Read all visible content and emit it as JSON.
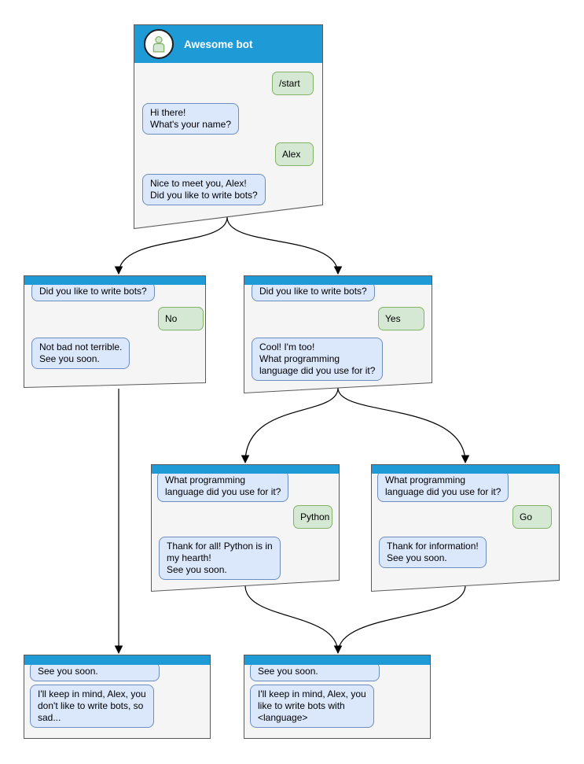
{
  "colors": {
    "header_blue": "#1e9bd7",
    "window_bg": "#f5f5f5",
    "window_border": "#5a5a5a",
    "bot_bubble_bg": "#dbe8fc",
    "bot_bubble_border": "#6c8ebf",
    "user_bubble_bg": "#d5e8d4",
    "user_bubble_border": "#82b366",
    "connector": "#000000"
  },
  "main_window": {
    "title": "Awesome bot",
    "messages": {
      "start_command": "/start",
      "greeting": "Hi there!\nWhat's your name?",
      "name_answer": "Alex",
      "meet": "Nice to meet you, Alex!\nDid you like to write bots?"
    }
  },
  "branch_no": {
    "question": "Did you like to write bots?",
    "answer": "No",
    "reply": "Not bad not terrible.\nSee you soon."
  },
  "branch_yes": {
    "question": "Did you like to write bots?",
    "answer": "Yes",
    "reply": "Cool! I'm too!\nWhat programming\nlanguage did you use for it?"
  },
  "branch_python": {
    "question": "What programming\nlanguage did you use for it?",
    "answer": "Python",
    "reply": "Thank for all! Python is in\nmy hearth!\nSee you soon."
  },
  "branch_go": {
    "question": "What programming\nlanguage did you use for it?",
    "answer": "Go",
    "reply": "Thank for information!\nSee you soon."
  },
  "end_no": {
    "question": "See you soon.",
    "reply": "I'll keep in mind, Alex, you\ndon't like to write bots, so\nsad..."
  },
  "end_yes": {
    "question": "See you soon.",
    "reply": "I'll keep in mind, Alex, you\nlike to write bots with\n<language>"
  }
}
